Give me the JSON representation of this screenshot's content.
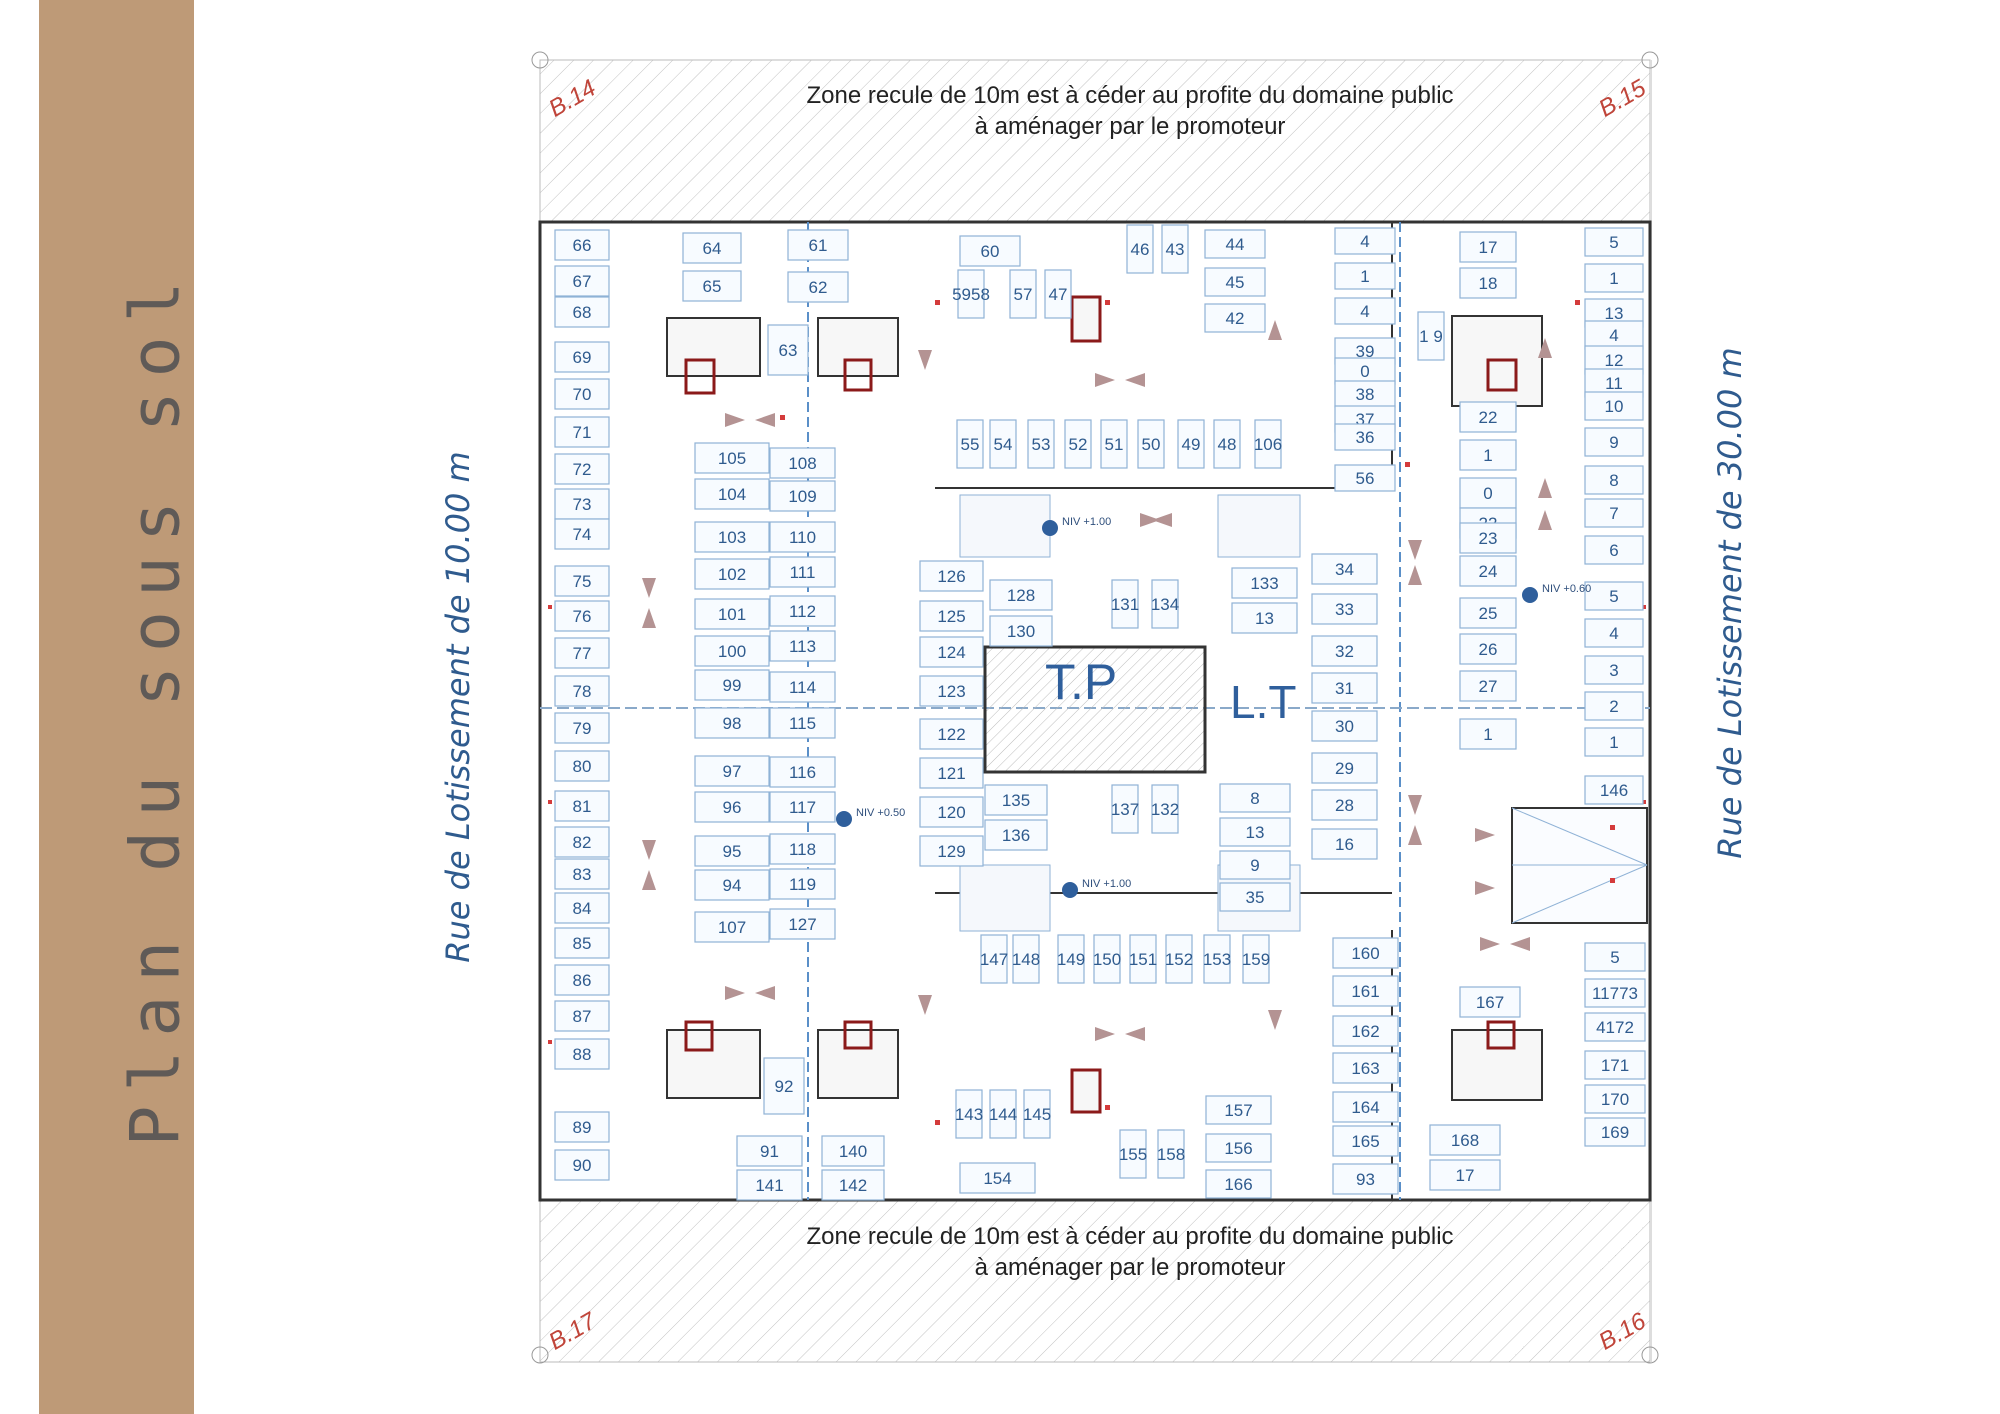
{
  "sidebar": {
    "title": "Plan du sous sol",
    "color": "#be9a77"
  },
  "streets": {
    "left": "Rue de Lotissement de 10.00 m",
    "right": "Rue de Lotissement de 30.00 m"
  },
  "zones": {
    "top": [
      "Zone recule de 10m est à céder au profite du domaine public",
      "à aménager par le promoteur"
    ],
    "bottom": [
      "Zone recule de 10m est à céder au profite du domaine public",
      "à aménager par le promoteur"
    ]
  },
  "corners": {
    "top_left": "B.14",
    "top_right": "B.15",
    "bottom_left": "B.17",
    "bottom_right": "B.16"
  },
  "center": {
    "tp": "T.P",
    "lt": "L.T"
  },
  "levels": [
    "NIV +1.00",
    "NIV +0.50",
    "NIV +1.00",
    "NIV +0.60"
  ],
  "colors": {
    "wall": "#333333",
    "parking_line": "#8fb2d6",
    "parking_number": "#2f5b8e",
    "red_mark": "#d43b3b",
    "hatch": "#b8b8b8",
    "arrow": "#a88888"
  },
  "parking_spots": [
    {
      "label": "66"
    },
    {
      "label": "67"
    },
    {
      "label": "68"
    },
    {
      "label": "69"
    },
    {
      "label": "70"
    },
    {
      "label": "71"
    },
    {
      "label": "72"
    },
    {
      "label": "73"
    },
    {
      "label": "74"
    },
    {
      "label": "75"
    },
    {
      "label": "76"
    },
    {
      "label": "77"
    },
    {
      "label": "78"
    },
    {
      "label": "79"
    },
    {
      "label": "80"
    },
    {
      "label": "81"
    },
    {
      "label": "82"
    },
    {
      "label": "83"
    },
    {
      "label": "84"
    },
    {
      "label": "85"
    },
    {
      "label": "86"
    },
    {
      "label": "87"
    },
    {
      "label": "88"
    },
    {
      "label": "89"
    },
    {
      "label": "90"
    },
    {
      "label": "64"
    },
    {
      "label": "65"
    },
    {
      "label": "63"
    },
    {
      "label": "61"
    },
    {
      "label": "62"
    },
    {
      "label": "60"
    },
    {
      "label": "5958"
    },
    {
      "label": "57"
    },
    {
      "label": "47"
    },
    {
      "label": "46"
    },
    {
      "label": "43"
    },
    {
      "label": "44"
    },
    {
      "label": "45"
    },
    {
      "label": "42"
    },
    {
      "label": "4"
    },
    {
      "label": "1"
    },
    {
      "label": "4"
    },
    {
      "label": "39"
    },
    {
      "label": "0"
    },
    {
      "label": "38"
    },
    {
      "label": "37"
    },
    {
      "label": "36"
    },
    {
      "label": "56"
    },
    {
      "label": "55"
    },
    {
      "label": "54"
    },
    {
      "label": "53"
    },
    {
      "label": "52"
    },
    {
      "label": "51"
    },
    {
      "label": "50"
    },
    {
      "label": "49"
    },
    {
      "label": "48"
    },
    {
      "label": "106"
    },
    {
      "label": "105"
    },
    {
      "label": "104"
    },
    {
      "label": "103"
    },
    {
      "label": "102"
    },
    {
      "label": "101"
    },
    {
      "label": "100"
    },
    {
      "label": "99"
    },
    {
      "label": "98"
    },
    {
      "label": "97"
    },
    {
      "label": "96"
    },
    {
      "label": "95"
    },
    {
      "label": "94"
    },
    {
      "label": "107"
    },
    {
      "label": "108"
    },
    {
      "label": "109"
    },
    {
      "label": "110"
    },
    {
      "label": "111"
    },
    {
      "label": "112"
    },
    {
      "label": "113"
    },
    {
      "label": "114"
    },
    {
      "label": "115"
    },
    {
      "label": "116"
    },
    {
      "label": "117"
    },
    {
      "label": "118"
    },
    {
      "label": "119"
    },
    {
      "label": "127"
    },
    {
      "label": "126"
    },
    {
      "label": "125"
    },
    {
      "label": "124"
    },
    {
      "label": "123"
    },
    {
      "label": "122"
    },
    {
      "label": "121"
    },
    {
      "label": "120"
    },
    {
      "label": "129"
    },
    {
      "label": "128"
    },
    {
      "label": "130"
    },
    {
      "label": "131"
    },
    {
      "label": "134"
    },
    {
      "label": "135"
    },
    {
      "label": "136"
    },
    {
      "label": "137"
    },
    {
      "label": "132"
    },
    {
      "label": "133"
    },
    {
      "label": "13"
    },
    {
      "label": "8"
    },
    {
      "label": "13"
    },
    {
      "label": "9"
    },
    {
      "label": "35"
    },
    {
      "label": "34"
    },
    {
      "label": "33"
    },
    {
      "label": "32"
    },
    {
      "label": "31"
    },
    {
      "label": "30"
    },
    {
      "label": "29"
    },
    {
      "label": "28"
    },
    {
      "label": "16"
    },
    {
      "label": "17"
    },
    {
      "label": "18"
    },
    {
      "label": "1 9"
    },
    {
      "label": "22"
    },
    {
      "label": "1"
    },
    {
      "label": "0"
    },
    {
      "label": "22"
    },
    {
      "label": "23"
    },
    {
      "label": "24"
    },
    {
      "label": "25"
    },
    {
      "label": "26"
    },
    {
      "label": "27"
    },
    {
      "label": "1"
    },
    {
      "label": "5"
    },
    {
      "label": "1"
    },
    {
      "label": "13"
    },
    {
      "label": "4"
    },
    {
      "label": "12"
    },
    {
      "label": "11"
    },
    {
      "label": "10"
    },
    {
      "label": "9"
    },
    {
      "label": "8"
    },
    {
      "label": "7"
    },
    {
      "label": "6"
    },
    {
      "label": "5"
    },
    {
      "label": "4"
    },
    {
      "label": "3"
    },
    {
      "label": "2"
    },
    {
      "label": "1"
    },
    {
      "label": "146"
    },
    {
      "label": "147"
    },
    {
      "label": "148"
    },
    {
      "label": "149"
    },
    {
      "label": "150"
    },
    {
      "label": "151"
    },
    {
      "label": "152"
    },
    {
      "label": "153"
    },
    {
      "label": "159"
    },
    {
      "label": "160"
    },
    {
      "label": "161"
    },
    {
      "label": "162"
    },
    {
      "label": "163"
    },
    {
      "label": "164"
    },
    {
      "label": "165"
    },
    {
      "label": "93"
    },
    {
      "label": "92"
    },
    {
      "label": "91"
    },
    {
      "label": "141"
    },
    {
      "label": "140"
    },
    {
      "label": "142"
    },
    {
      "label": "143"
    },
    {
      "label": "144"
    },
    {
      "label": "145"
    },
    {
      "label": "154"
    },
    {
      "label": "155"
    },
    {
      "label": "158"
    },
    {
      "label": "157"
    },
    {
      "label": "156"
    },
    {
      "label": "166"
    },
    {
      "label": "167"
    },
    {
      "label": "168"
    },
    {
      "label": "17"
    },
    {
      "label": "5"
    },
    {
      "label": "11773"
    },
    {
      "label": "4172"
    },
    {
      "label": "171"
    },
    {
      "label": "170"
    },
    {
      "label": "169"
    }
  ]
}
